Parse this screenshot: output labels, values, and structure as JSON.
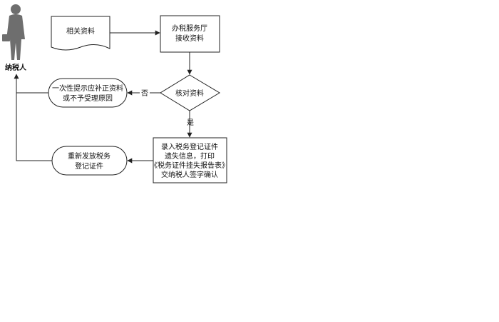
{
  "diagram": {
    "taxpayer": "纳税人",
    "documents": "相关资料",
    "receive": [
      "办税服务厅",
      "接收资料"
    ],
    "check": "核对资料",
    "no": "否",
    "yes": "是",
    "notify": [
      "一次性提示应补正资料",
      "或不予受理原因"
    ],
    "record": [
      "录入税务登记证件",
      "遗失信息，打印",
      "《税务证件挂失报告表》",
      "交纳税人签字确认"
    ],
    "reissue": [
      "重新发放税务",
      "登记证件"
    ]
  },
  "colors": {
    "line": "#222222",
    "person": "#6e6e6e"
  }
}
